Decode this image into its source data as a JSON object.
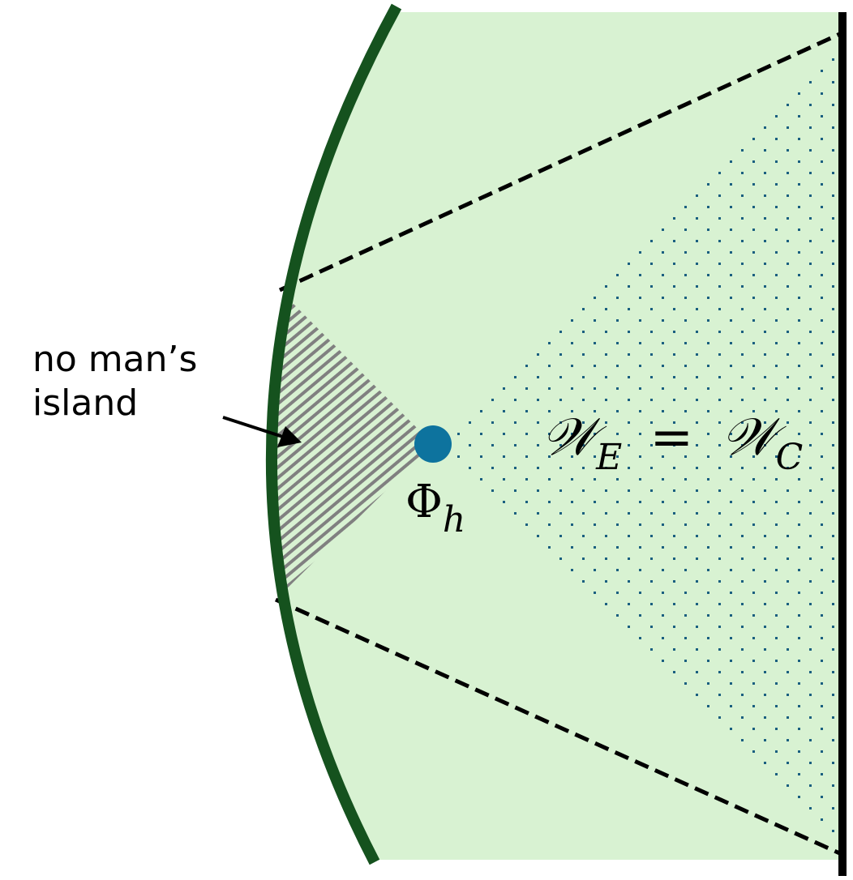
{
  "diagram": {
    "annotation": {
      "line1": "no man’s",
      "line2": "island"
    },
    "point_label": {
      "symbol": "Φ",
      "subscript": "h"
    },
    "region_label": {
      "lhs_symbol": "𝒲",
      "lhs_subscript": "E",
      "equals": "=",
      "rhs_symbol": "𝒲",
      "rhs_subscript": "C"
    },
    "colors": {
      "background_region": "#d8f2d2",
      "arc_boundary": "#15521e",
      "right_boundary": "#000000",
      "point": "#0d739e",
      "dots": "#1a5f80",
      "hatch": "#808080",
      "dashed_lines": "#000000"
    }
  }
}
